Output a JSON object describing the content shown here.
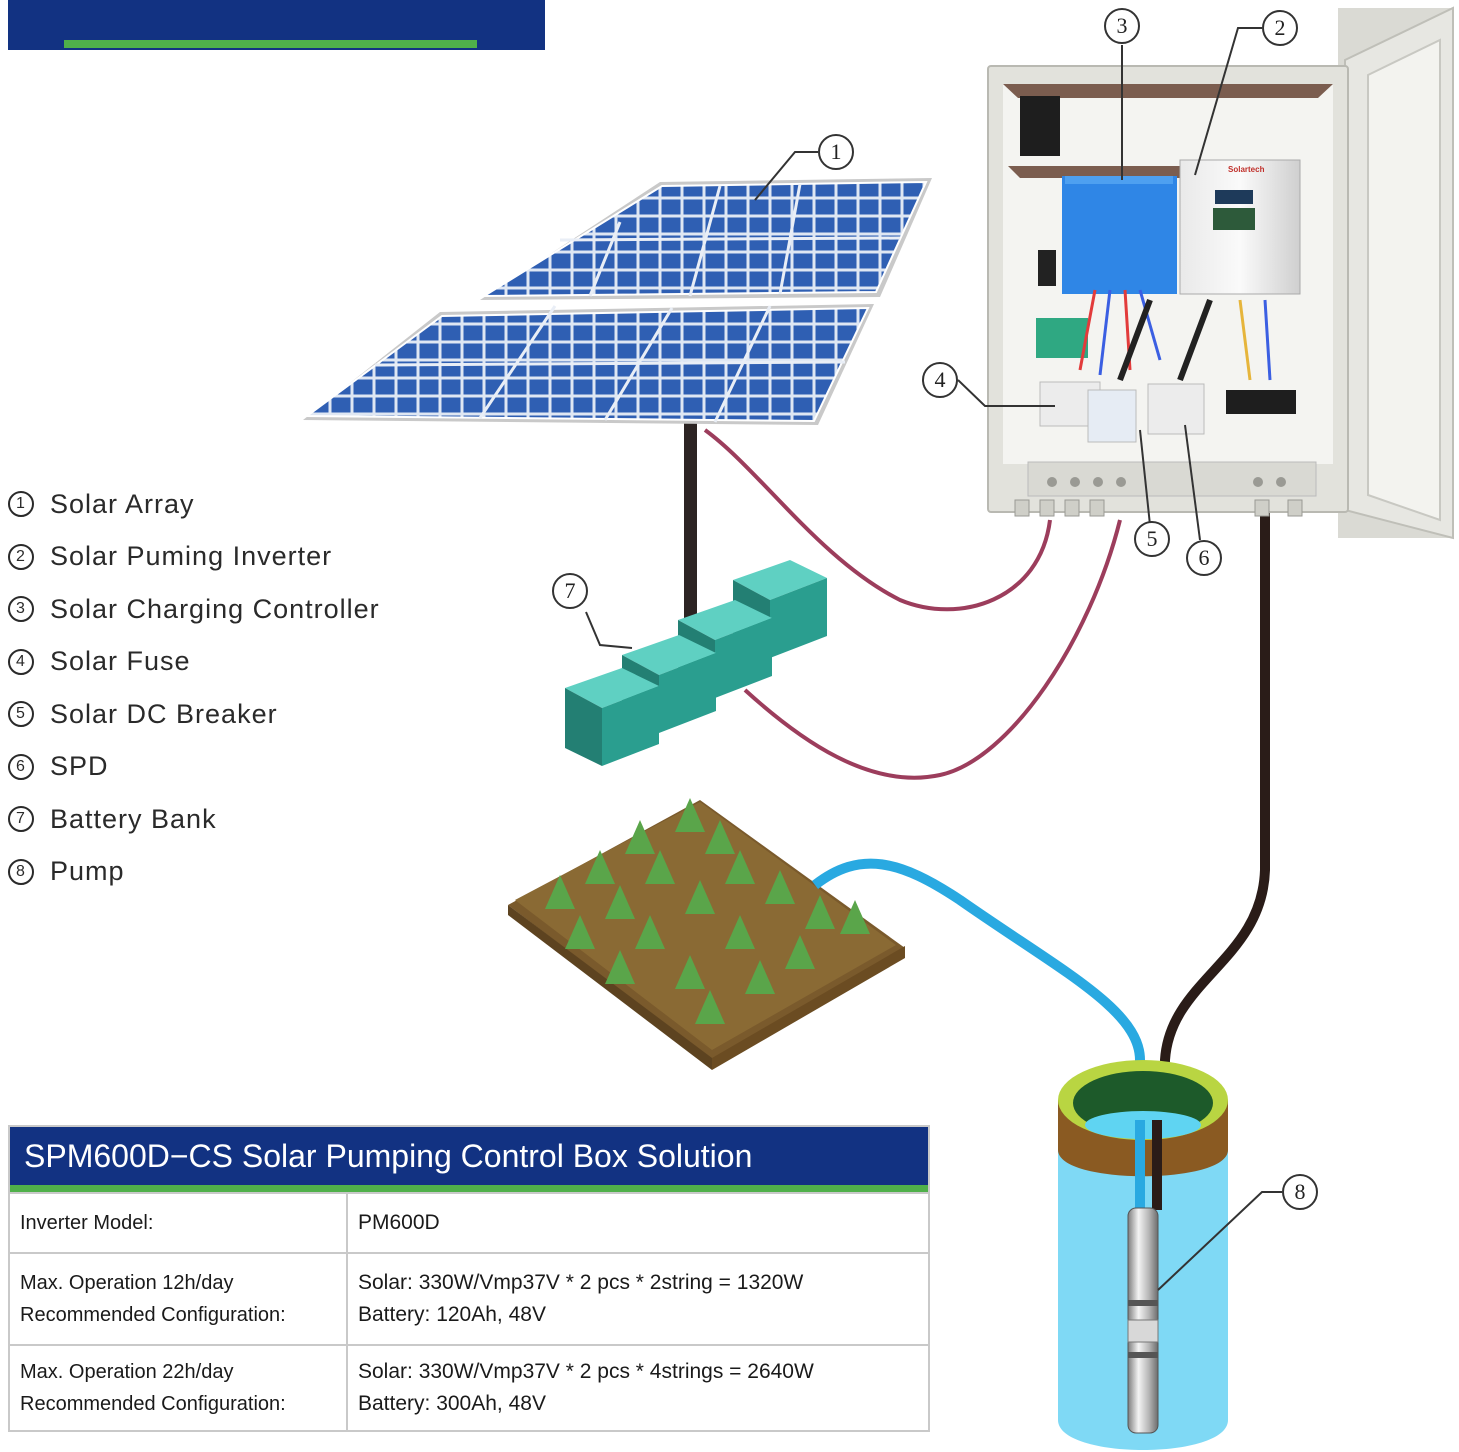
{
  "legend": {
    "items": [
      {
        "marker": "1",
        "label": "Solar Array"
      },
      {
        "marker": "2",
        "label": "Solar Puming Inverter"
      },
      {
        "marker": "3",
        "label": "Solar Charging Controller"
      },
      {
        "marker": "4",
        "label": "Solar Fuse"
      },
      {
        "marker": "5",
        "label": "Solar DC Breaker"
      },
      {
        "marker": "6",
        "label": "SPD"
      },
      {
        "marker": "7",
        "label": "Battery Bank"
      },
      {
        "marker": "8",
        "label": "Pump"
      }
    ]
  },
  "inverter_brand": "Solartech",
  "colors": {
    "banner": "#123282",
    "accent_green": "#4fb04a",
    "solar_panel": "#2f5fb3",
    "battery": "#2a9e8f",
    "dc_cable": "#9c3d5c",
    "pump_cable": "#2a1c18",
    "water_pipe": "#29a9e1",
    "well_water": "#7fd9f5"
  },
  "spec_table": {
    "title": "SPM600D−CS Solar Pumping Control Box Solution",
    "rows": [
      {
        "key": [
          "Inverter Model:"
        ],
        "value": [
          "PM600D"
        ]
      },
      {
        "key": [
          "Max. Operation 12h/day",
          "Recommended Configuration:"
        ],
        "value": [
          "Solar: 330W/Vmp37V * 2 pcs * 2string = 1320W",
          "Battery: 120Ah, 48V"
        ]
      },
      {
        "key": [
          "Max. Operation 22h/day",
          "Recommended Configuration:"
        ],
        "value": [
          "Solar: 330W/Vmp37V * 2 pcs * 4strings = 2640W",
          "Battery: 300Ah, 48V"
        ]
      }
    ]
  }
}
